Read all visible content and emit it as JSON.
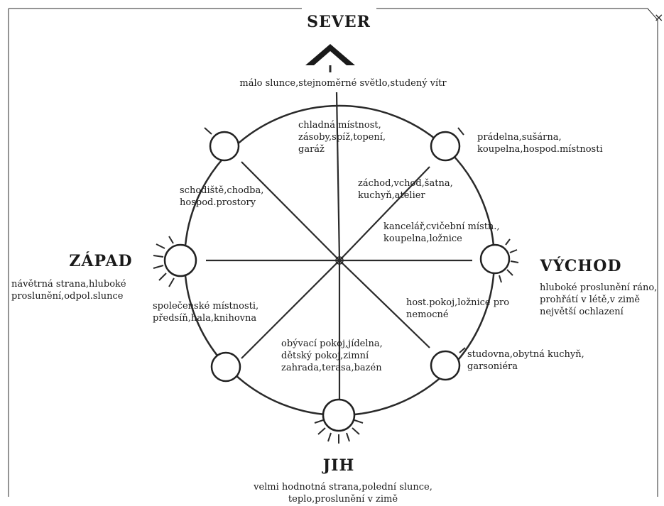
{
  "directions": {
    "north": {
      "name": "SEVER",
      "desc": [
        "málo slunce,stejnoměrné světlo,studený vítr"
      ]
    },
    "south": {
      "name": "JIH",
      "desc": [
        "velmi hodnotná strana,polední slunce,",
        "teplo,proslunění v zimě"
      ]
    },
    "west": {
      "name": "ZÁPAD",
      "desc": [
        "návětrná strana,hluboké",
        "proslunění,odpol.slunce"
      ]
    },
    "east": {
      "name": "VÝCHOD",
      "desc": [
        "hluboké proslunění ráno,",
        "prohřátí v létě,v zimě",
        "největší ochlazení"
      ]
    }
  },
  "rooms": {
    "n": [
      "chladná místnost,",
      "zásoby,spíž,topení,",
      "garáž"
    ],
    "nne": [
      "záchod,vchod,šatna,",
      "kuchyň,atelier"
    ],
    "ene": [
      "kancelář,cvičební místn.,",
      "koupelna,ložnice"
    ],
    "ne_out": [
      "prádelna,sušárna,",
      "koupelna,hospod.místnosti"
    ],
    "nw": [
      "schodiště,chodba,",
      "hospod.prostory"
    ],
    "sw": [
      "společenské místnosti,",
      "předsíň,hala,knihovna"
    ],
    "s": [
      "obývací pokoj,jídelna,",
      "dětský pokoj,zimní",
      "zahrada,terasa,bazén"
    ],
    "ese": [
      "host.pokoj,ložnice pro",
      "nemocné"
    ],
    "se_out": [
      "studovna,obytná kuchyň,",
      "garsoniéra"
    ]
  },
  "window": {
    "close_glyph": "×"
  }
}
